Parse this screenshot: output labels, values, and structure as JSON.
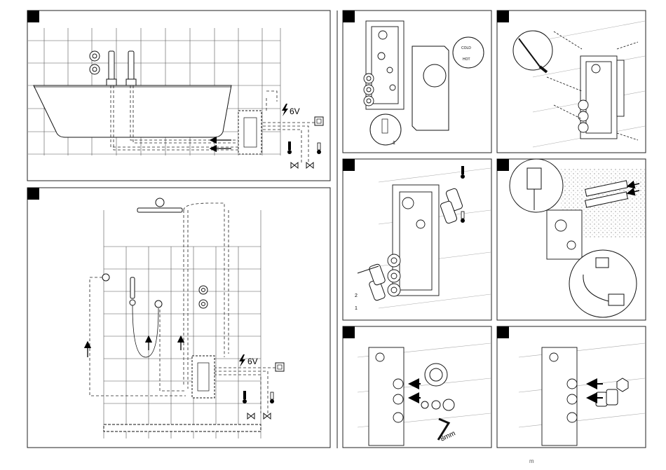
{
  "labels": {
    "voltage_bath": "6V",
    "voltage_shower": "6V",
    "arrow_1": "1",
    "arrow_2": "2",
    "cold": "COLD",
    "hot": "HOT",
    "allen_size": "8mm",
    "footer_mark": "m"
  },
  "colors": {
    "line": "#1a1a1a",
    "tile": "#444444",
    "marker": "#000000",
    "paper": "#ffffff"
  },
  "icons": [
    "lightning-icon",
    "hot-thermometer-icon",
    "cold-thermometer-icon",
    "valve-icon",
    "arrow-icon",
    "screwdriver-icon",
    "hex-key-icon",
    "power-adapter-icon"
  ]
}
